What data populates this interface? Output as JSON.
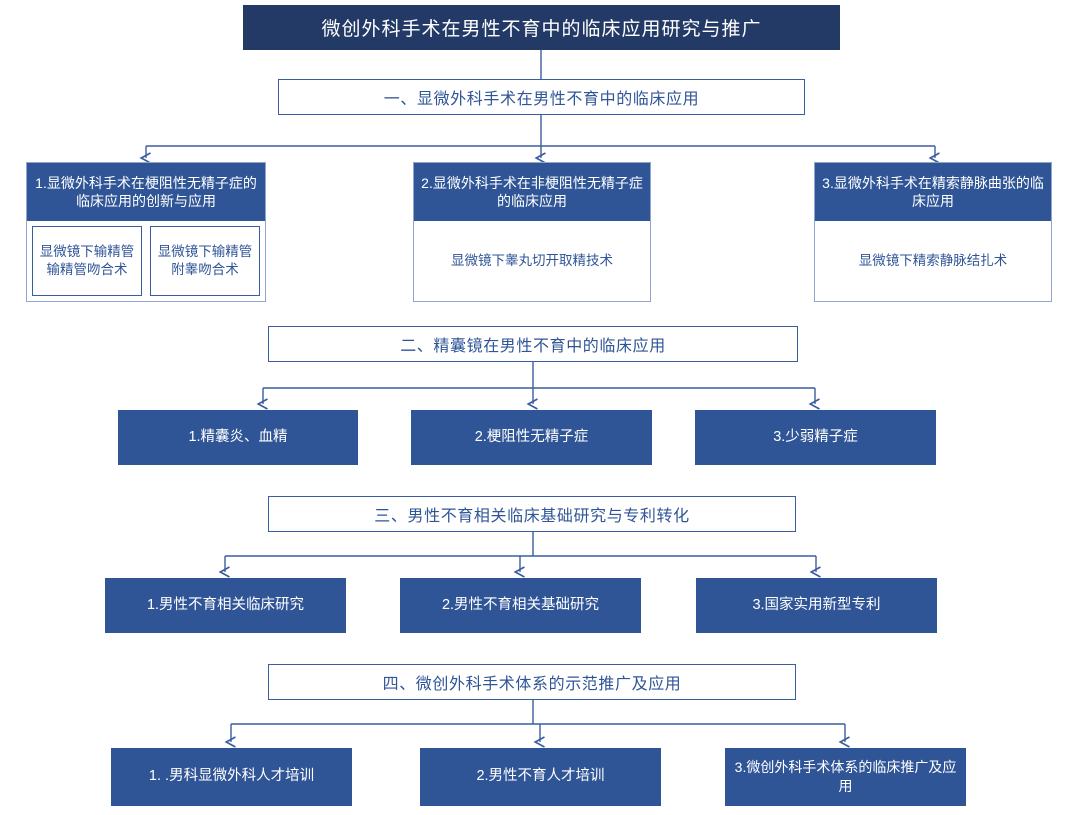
{
  "diagram": {
    "title": "微创外科手术在男性不育中的临床应用研究与推广",
    "colors": {
      "title_fill": "#233A66",
      "node_fill": "#2F5597",
      "border": "#3A5DA0",
      "connector": "#3A5DA0",
      "text_on_fill": "#FFFFFF",
      "text_on_white": "#2F5597",
      "page_background": "#FFFFFF"
    },
    "sections": [
      {
        "id": "section-1",
        "header": "一、显微外科手术在男性不育中的临床应用",
        "nodes": [
          {
            "id": "s1-n1",
            "head": "1.显微外科手术在梗阻性无精子症的临床应用的创新与应用",
            "children": [
              "显微镜下输精管输精管吻合术",
              "显微镜下输精管附睾吻合术"
            ]
          },
          {
            "id": "s1-n2",
            "head": "2.显微外科手术在非梗阻性无精子症的临床应用",
            "children": [
              "显微镜下睾丸切开取精技术"
            ]
          },
          {
            "id": "s1-n3",
            "head": "3.显微外科手术在精索静脉曲张的临床应用",
            "children": [
              "显微镜下精索静脉结扎术"
            ]
          }
        ]
      },
      {
        "id": "section-2",
        "header": "二、精囊镜在男性不育中的临床应用",
        "nodes": [
          {
            "id": "s2-n1",
            "head": "1.精囊炎、血精",
            "children": []
          },
          {
            "id": "s2-n2",
            "head": "2.梗阻性无精子症",
            "children": []
          },
          {
            "id": "s2-n3",
            "head": "3.少弱精子症",
            "children": []
          }
        ]
      },
      {
        "id": "section-3",
        "header": "三、男性不育相关临床基础研究与专利转化",
        "nodes": [
          {
            "id": "s3-n1",
            "head": "1.男性不育相关临床研究",
            "children": []
          },
          {
            "id": "s3-n2",
            "head": "2.男性不育相关基础研究",
            "children": []
          },
          {
            "id": "s3-n3",
            "head": "3.国家实用新型专利",
            "children": []
          }
        ]
      },
      {
        "id": "section-4",
        "header": "四、微创外科手术体系的示范推广及应用",
        "nodes": [
          {
            "id": "s4-n1",
            "head": "1. .男科显微外科人才培训",
            "children": []
          },
          {
            "id": "s4-n2",
            "head": "2.男性不育人才培训",
            "children": []
          },
          {
            "id": "s4-n3",
            "head": "3.微创外科手术体系的临床推广及应用",
            "children": []
          }
        ]
      }
    ]
  }
}
